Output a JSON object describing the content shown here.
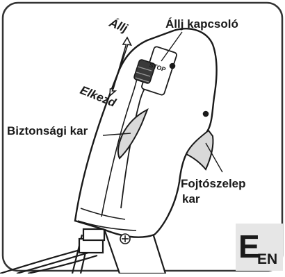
{
  "labels": {
    "stop_arrow": "Állj",
    "start_arrow": "Elkezd",
    "stop_switch": "Állj kapcsoló",
    "safety_lever": "Biztonsági kar",
    "throttle_line1": "Fojtószelep",
    "throttle_line2": "kar",
    "switch_marking": "STOP"
  },
  "badge": {
    "letter": "E",
    "subscript": "EN"
  },
  "colors": {
    "frame": "#333333",
    "outline": "#1a1a1a",
    "badge_bg": "#e6e6e6",
    "shade": "#d9d9d9"
  },
  "icons": [
    "double-arrow-icon",
    "screw-icon"
  ]
}
